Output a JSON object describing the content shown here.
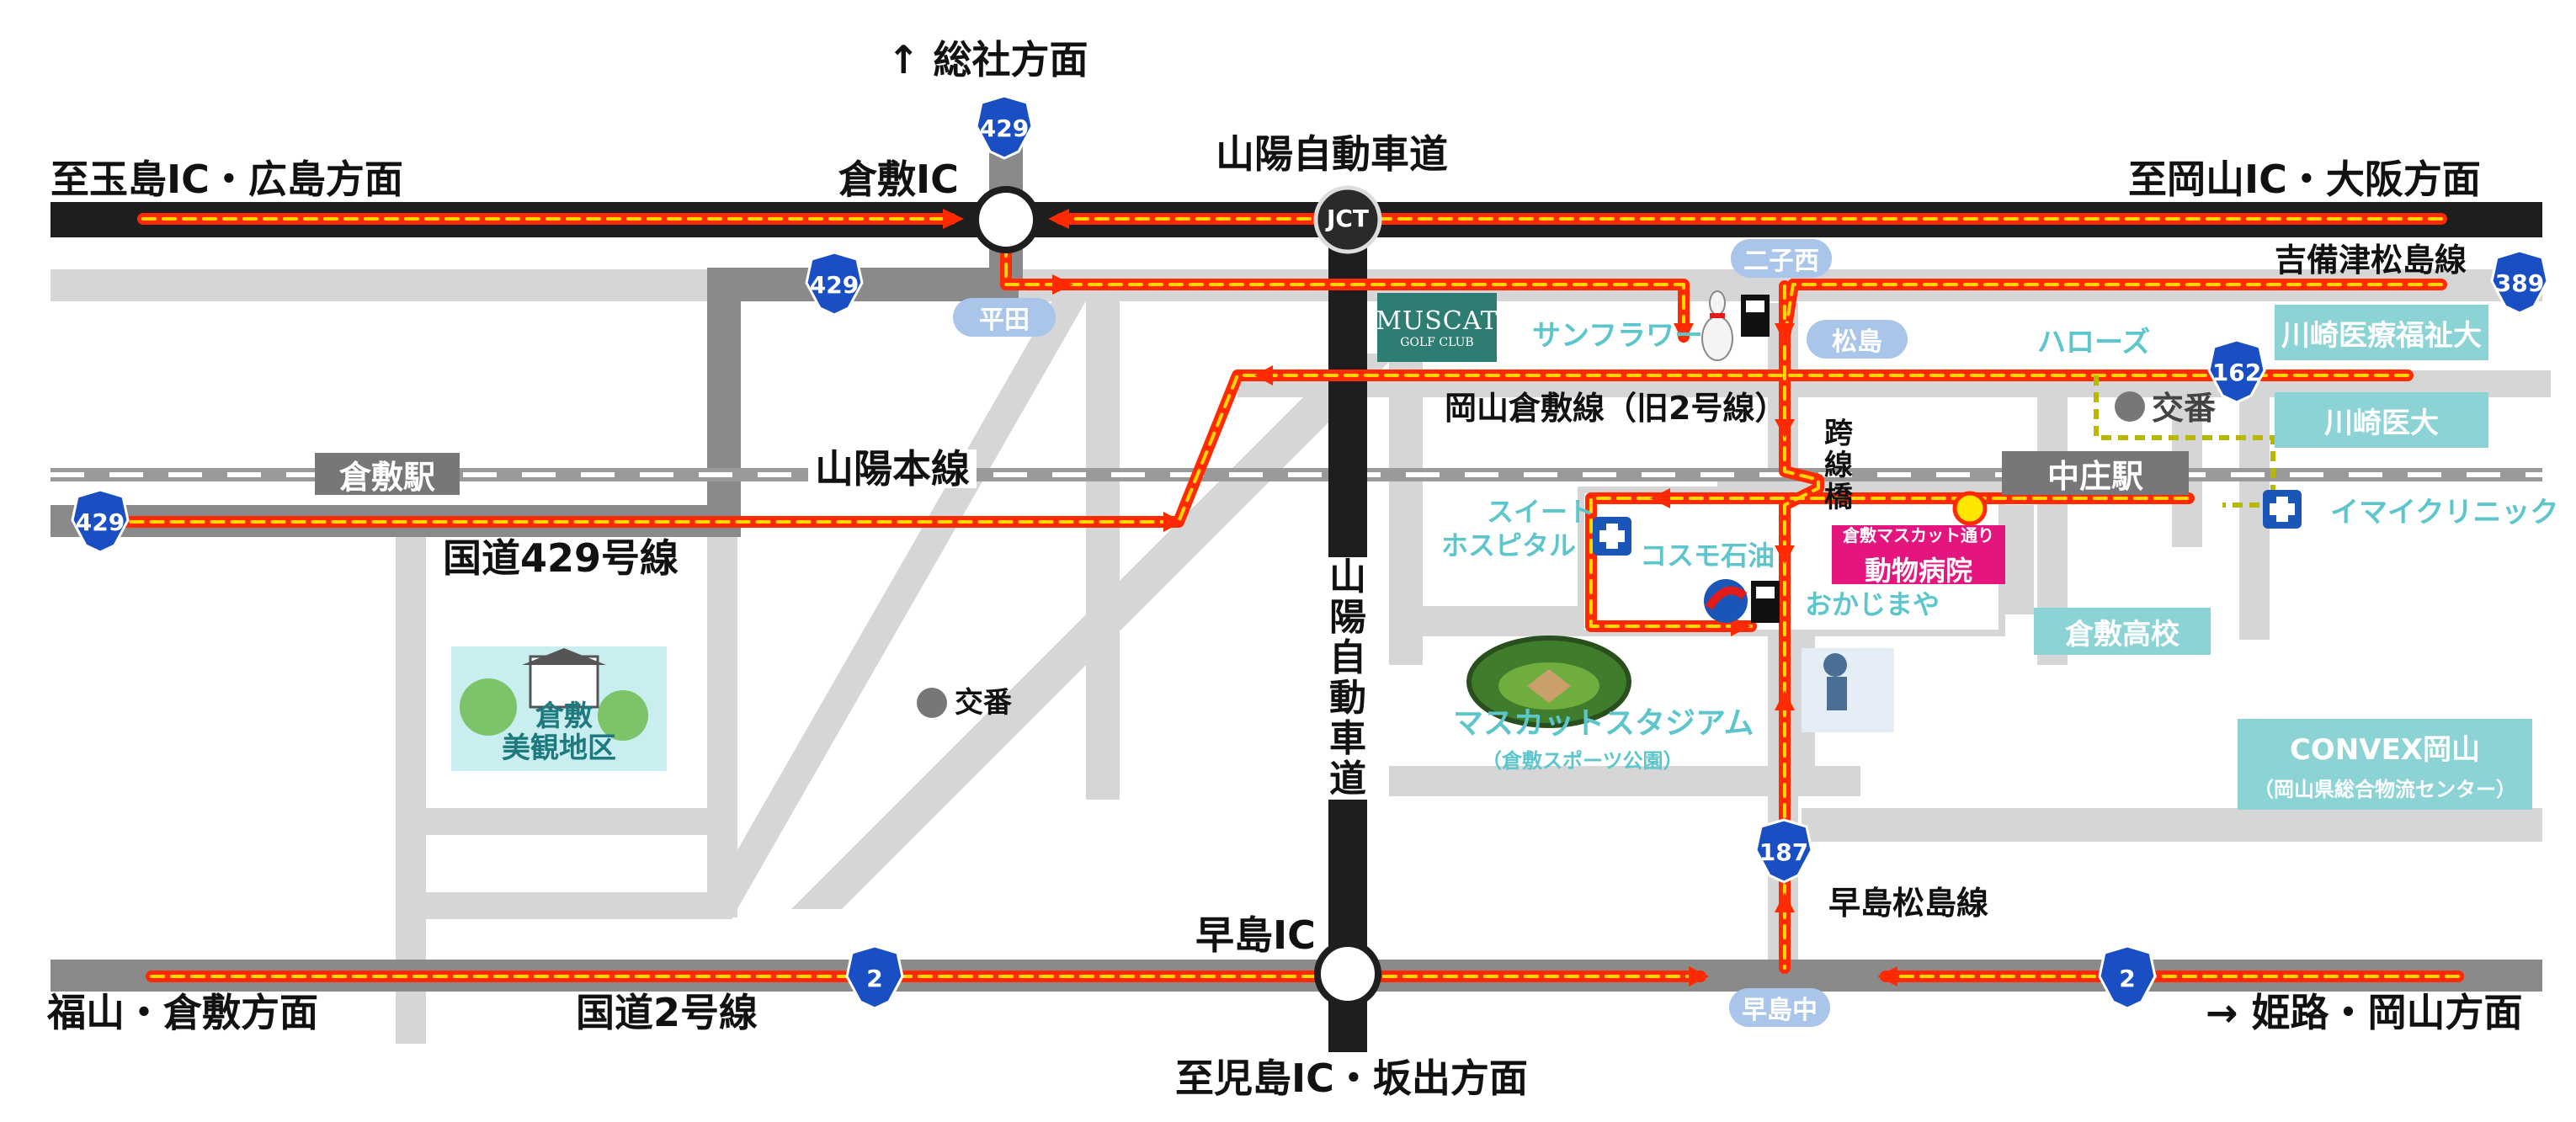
{
  "colors": {
    "expressway": "#1e1e1e",
    "road_gray": "#d6d6d6",
    "road_dark": "#8a8a8a",
    "route_red": "#ff2a00",
    "route_yellow": "#ffd600",
    "teal": "#5cc6cc",
    "teal_box": "#8bd3d5",
    "station_sign": "#777777",
    "pill_blue": "#a9c5ea",
    "shield_blue": "#1a4fc4",
    "hospital_pink": "#e4157f",
    "hospital_icon": "#1a55b8"
  },
  "directions": {
    "north": "↑ 総社方面",
    "west_top": "至玉島IC・広島方面",
    "east_top": "至岡山IC・大阪方面",
    "west_bottom": "福山・倉敷方面",
    "east_bottom": "→ 姫路・岡山方面",
    "south": "至児島IC・坂出方面"
  },
  "roads": {
    "sanyo_expressway": "山陽自動車道",
    "sanyo_expressway_vertical": "山陽自動車道",
    "route429": "国道429号線",
    "route2": "国道2号線",
    "okayama_kurashiki": "岡山倉敷線（旧2号線）",
    "kibitsu_matsushima": "吉備津松島線",
    "hayashima_matsushima": "早島松島線",
    "sanyo_main_line": "山陽本線"
  },
  "interchanges": {
    "kurashiki_ic": "倉敷IC",
    "hayashima_ic": "早島IC",
    "jct": "JCT"
  },
  "intersections": {
    "hirata": "平田",
    "futagonishi": "二子西",
    "matsushima": "松島",
    "hayashimanaka": "早島中"
  },
  "stations": {
    "kurashiki": "倉敷駅",
    "nakasho": "中庄駅"
  },
  "route_numbers": {
    "r429": "429",
    "r2": "2",
    "r162": "162",
    "r389": "389",
    "r187": "187"
  },
  "landmarks": {
    "golf_name": "MUSCAT",
    "golf_sub": "GOLF CLUB",
    "sunflower": "サンフラワー",
    "harose": "ハローズ",
    "sweet_1": "スイート",
    "sweet_2": "ホスピタル",
    "cosmo": "コスモ石油",
    "okajimaya": "おかじまや",
    "stadium": "マスカットスタジアム",
    "stadium_sub": "（倉敷スポーツ公園）",
    "koban_1": "交番",
    "koban_2": "交番",
    "bikan_1": "倉敷",
    "bikan_2": "美観地区",
    "overpass": "跨線橋",
    "imai_clinic": "イマイクリニック"
  },
  "teal_boxes": {
    "kawasaki_welfare": "川崎医療福祉大",
    "kawasaki_med": "川崎医大",
    "kurashiki_high": "倉敷高校",
    "convex_1": "CONVEX岡山",
    "convex_2": "（岡山県総合物流センター）"
  },
  "destination": {
    "line1": "倉敷マスカット通り",
    "line2": "動物病院"
  }
}
